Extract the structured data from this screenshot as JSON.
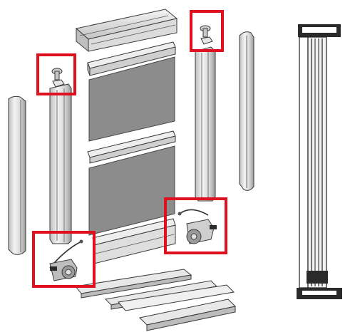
{
  "diagram": {
    "components": [
      {
        "name": "top-track-rail"
      },
      {
        "name": "left-side-profile"
      },
      {
        "name": "left-door-stile"
      },
      {
        "name": "upper-glass-panel"
      },
      {
        "name": "lower-glass-panel"
      },
      {
        "name": "right-door-stile"
      },
      {
        "name": "right-side-profile"
      },
      {
        "name": "bottom-track-rails"
      },
      {
        "name": "top-guide-screw-left"
      },
      {
        "name": "top-guide-screw-right"
      },
      {
        "name": "bottom-roller-left"
      },
      {
        "name": "bottom-roller-right"
      },
      {
        "name": "assembled-door-side-view"
      }
    ],
    "highlight_color": "#e0101e",
    "panel_color": "#8c8c8c",
    "frame_color": "#2a2a2a"
  }
}
